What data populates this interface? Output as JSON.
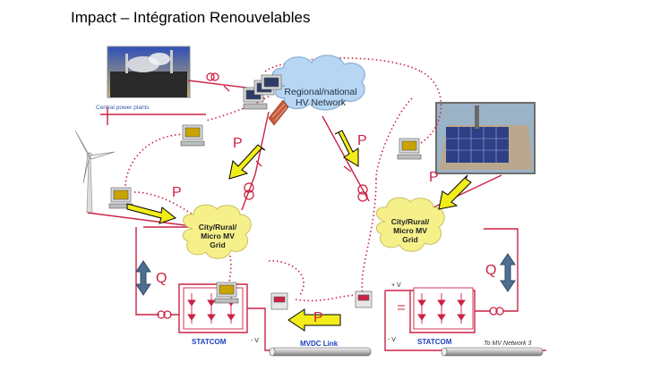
{
  "title": "Impact – Intégration Renouvelables",
  "central_power_label": "Central power plants",
  "hv_network": {
    "line1": "Regional/national",
    "line2": "HV Network"
  },
  "grid_left": {
    "line1": "City/Rural/",
    "line2": "Micro MV",
    "line3": "Grid"
  },
  "grid_right": {
    "line1": "City/Rural/",
    "line2": "Micro MV",
    "line3": "Grid"
  },
  "power_label": "P",
  "reactive_label": "Q",
  "statcom_label": "STATCOM",
  "mvdc_label": "MVDC Link",
  "minus_v": "- V",
  "plus_v": "+ V",
  "to_network": "To MV Network 3",
  "colors": {
    "link_red": "#cc2244",
    "arrow_yellow": "#f2ec1a",
    "cloud_blue": "#b7d6f4",
    "cloud_yellow": "#f6f08a",
    "q_arrow": "#4d6f91"
  }
}
